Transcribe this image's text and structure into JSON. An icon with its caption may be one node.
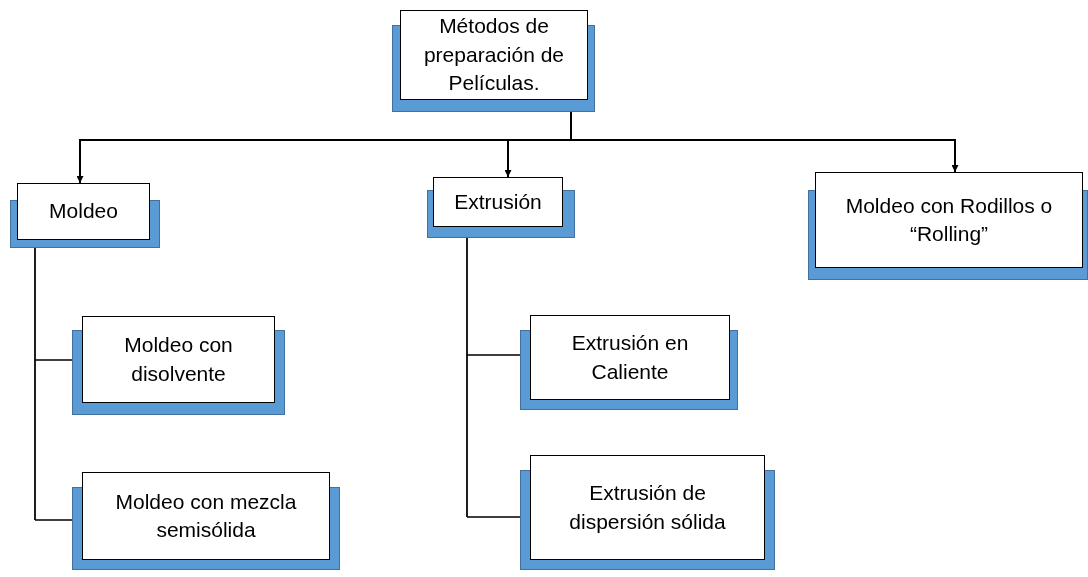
{
  "diagram": {
    "nodes": [
      {
        "text": [
          "Métodos de preparación de Películas."
        ]
      },
      {
        "text": [
          "Moldeo"
        ]
      },
      {
        "text": [
          "Extrusión"
        ]
      },
      {
        "text": [
          "Moldeo con Rodillos o “Rolling”"
        ]
      },
      {
        "text": [
          "Moldeo con disolvente"
        ]
      },
      {
        "text": [
          "Moldeo con mezcla semisólida"
        ]
      },
      {
        "text": [
          "Extrusión en Caliente"
        ]
      },
      {
        "text": [
          "Extrusión de dispersión sólida"
        ]
      }
    ],
    "edges": [
      {
        "from": 0,
        "to": 1,
        "arrow": "to"
      },
      {
        "from": 0,
        "to": 2,
        "arrow": "to"
      },
      {
        "from": 0,
        "to": 3,
        "arrow": "to"
      },
      {
        "from": 1,
        "to": 4,
        "arrow": "none"
      },
      {
        "from": 1,
        "to": 5,
        "arrow": "none"
      },
      {
        "from": 2,
        "to": 6,
        "arrow": "none"
      },
      {
        "from": 2,
        "to": 7,
        "arrow": "none"
      }
    ]
  }
}
